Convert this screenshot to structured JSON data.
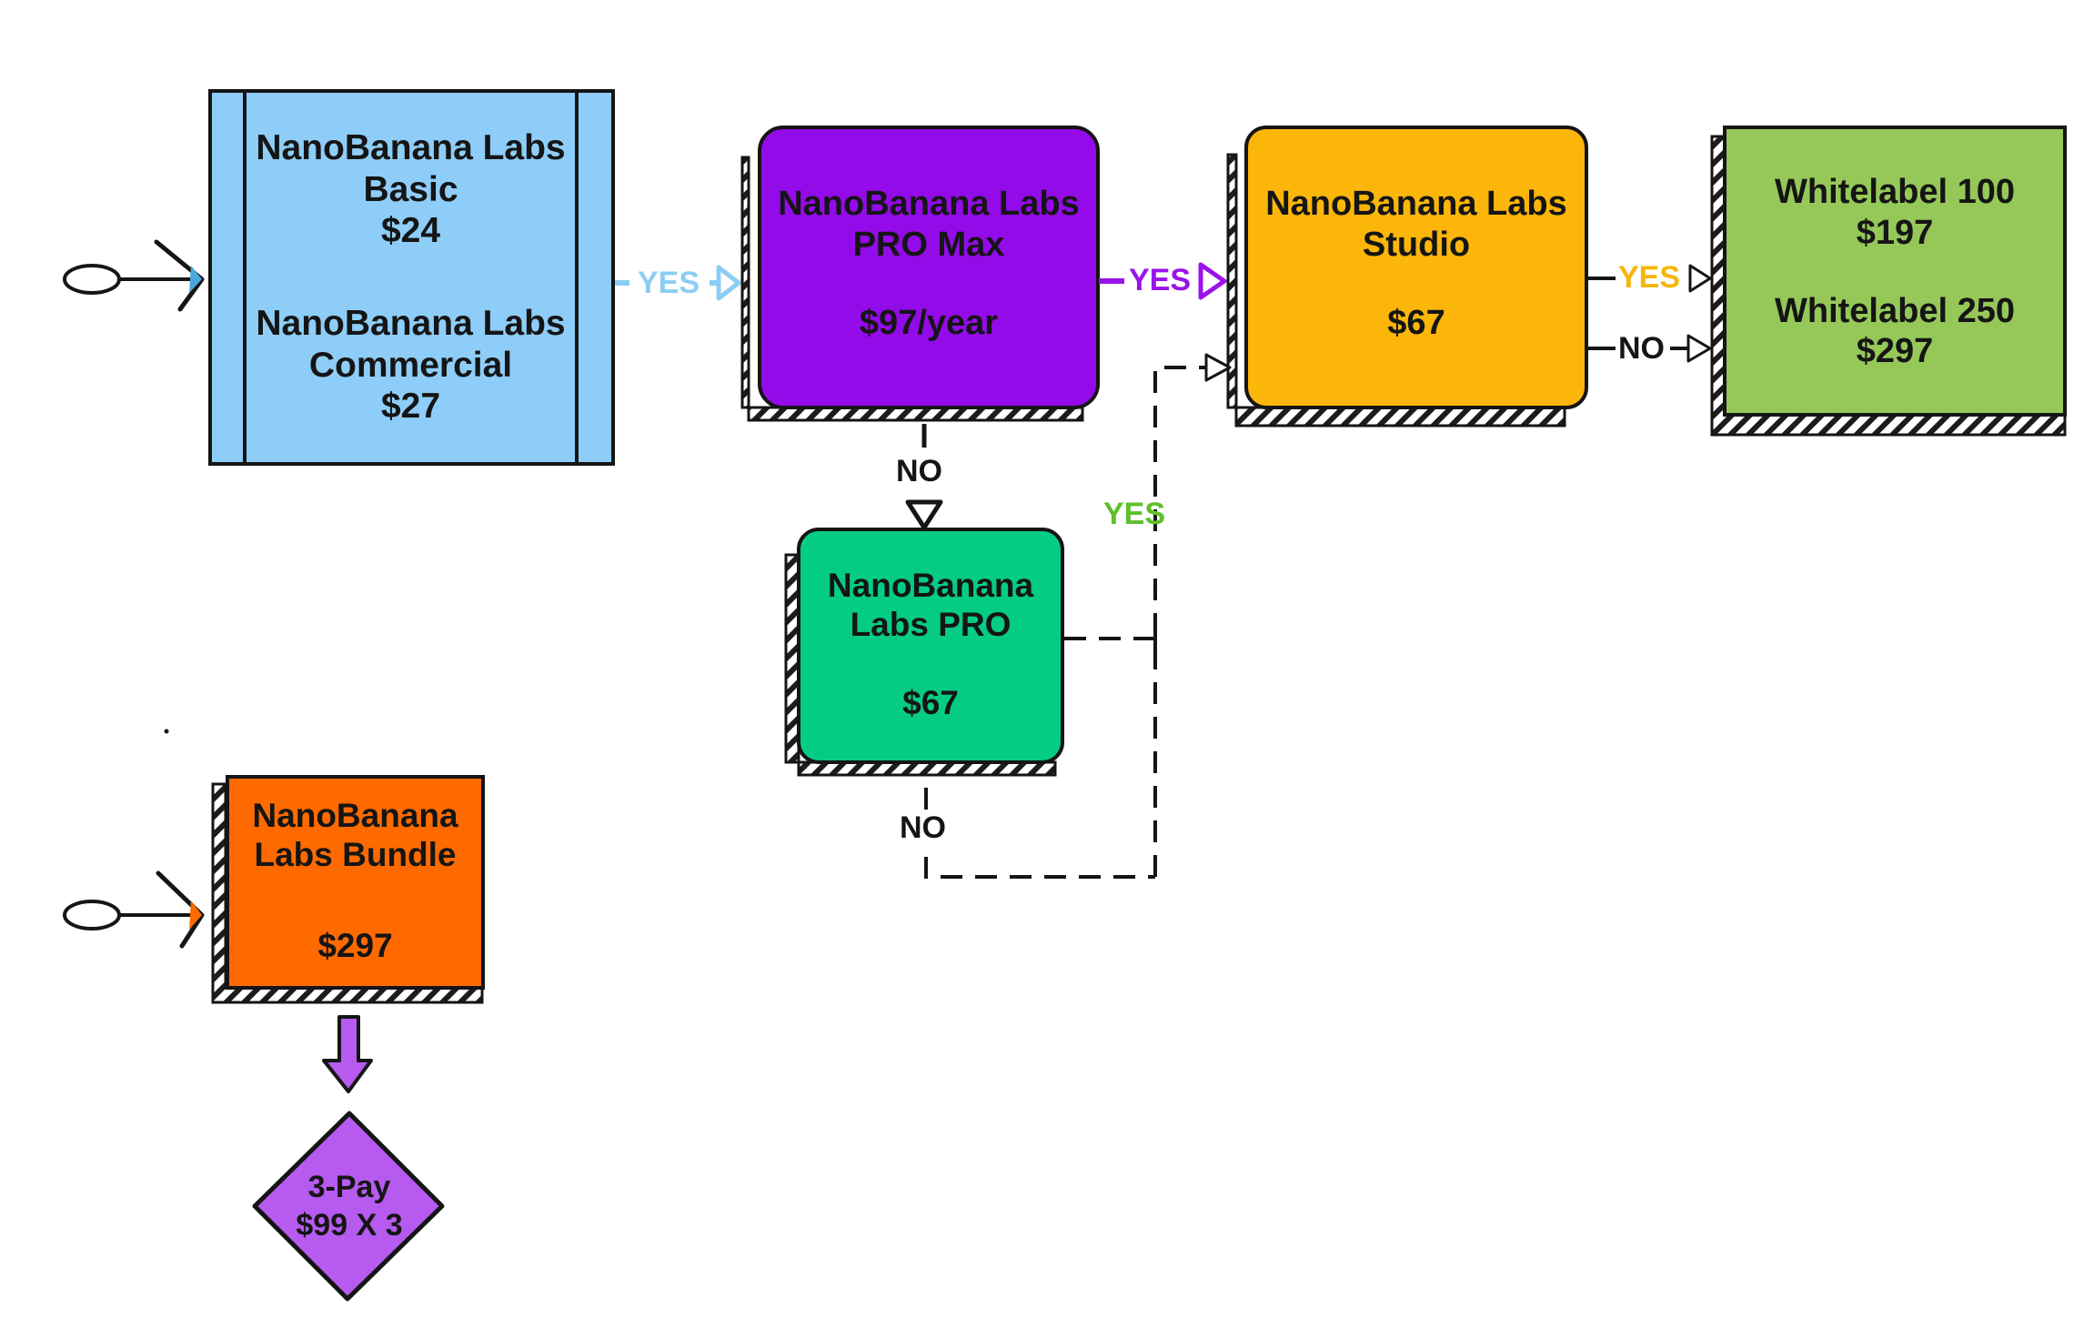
{
  "nodes": {
    "basic_commercial": {
      "line1": "NanoBanana Labs",
      "line2": "Basic",
      "line3": "$24",
      "line4": "NanoBanana Labs",
      "line5": "Commercial",
      "line6": "$27",
      "color": "#8ecdf8"
    },
    "pro_max": {
      "line1": "NanoBanana Labs",
      "line2": "PRO Max",
      "line3": "$97/year",
      "color": "#930be8"
    },
    "studio": {
      "line1": "NanoBanana Labs",
      "line2": "Studio",
      "line3": "$67",
      "color": "#fcb60a"
    },
    "whitelabel": {
      "line1": "Whitelabel 100",
      "line2": "$197",
      "line3": "Whitelabel 250",
      "line4": "$297",
      "color": "#95c859"
    },
    "pro": {
      "line1": "NanoBanana",
      "line2": "Labs PRO",
      "line3": "$67",
      "color": "#05cc84"
    },
    "bundle": {
      "line1": "NanoBanana",
      "line2": "Labs Bundle",
      "line3": "$297",
      "color": "#ff6a00"
    },
    "three_pay": {
      "line1": "3-Pay",
      "line2": "$99 X 3",
      "color": "#b65af0"
    }
  },
  "edges": {
    "basic_to_promax": "YES",
    "promax_to_studio": "YES",
    "studio_to_whitelabel_yes": "YES",
    "studio_to_whitelabel_no": "NO",
    "promax_to_pro": "NO",
    "pro_to_studio": "YES",
    "pro_down": "NO"
  },
  "colors": {
    "yes_blue": "#8ccdf4",
    "yes_purple": "#9a12ea",
    "yes_gold": "#f6b60a",
    "yes_green": "#5fbf2a",
    "ink": "#151515"
  }
}
